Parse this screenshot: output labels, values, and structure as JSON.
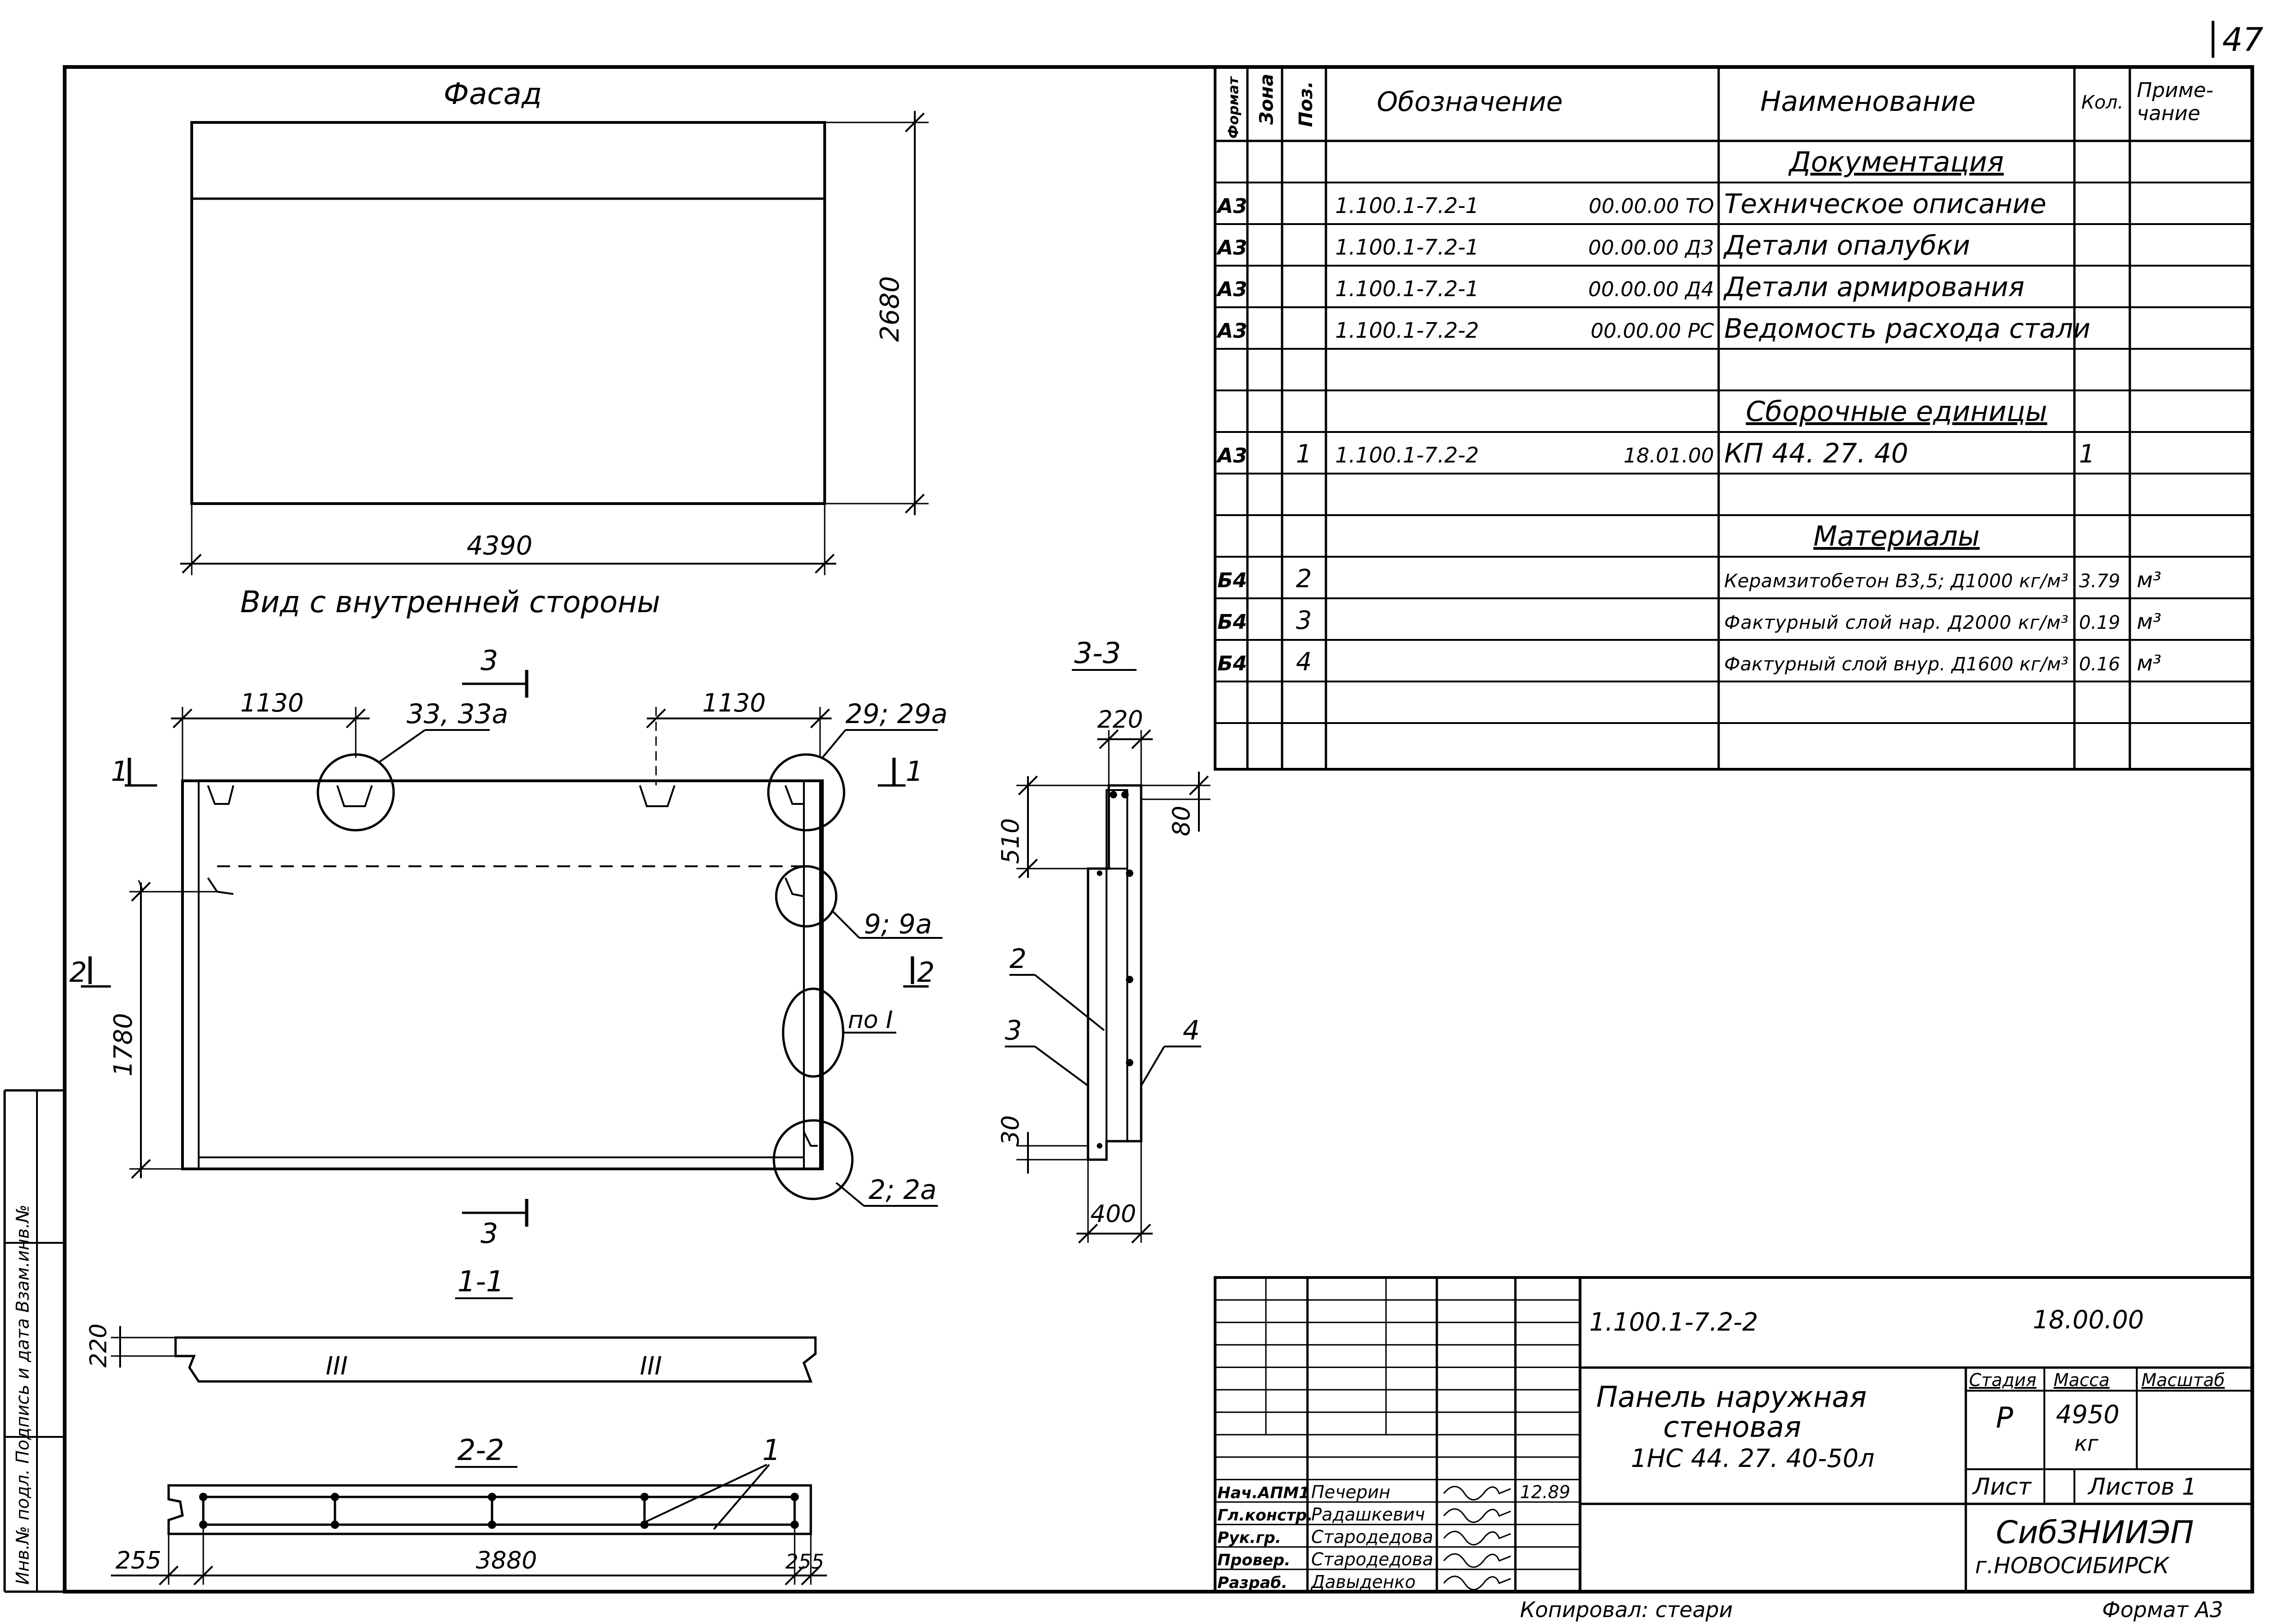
{
  "page_number": "47",
  "facade": {
    "title": "Фасад",
    "height_dim": "2680",
    "width_dim": "4390"
  },
  "inner_view": {
    "title": "Вид с внутренней стороны",
    "dim_left_1130": "1130",
    "dim_right_1130": "1130",
    "dim_1780": "1780",
    "section_3_top": "3",
    "section_3_bottom": "3",
    "section_1_left": "1",
    "section_1_right": "1",
    "section_2_left": "2",
    "section_2_right": "2",
    "callout_33": "33, 33а",
    "callout_29": "29; 29а",
    "callout_9": "9; 9а",
    "callout_po": "по I",
    "callout_2": "2; 2а"
  },
  "section_1_1": {
    "title": "1-1",
    "dim_220": "220",
    "mark": "III"
  },
  "section_2_2": {
    "title": "2-2",
    "pos_1": "1",
    "dim_255_left": "255",
    "dim_3880": "3880",
    "dim_255_right": "255"
  },
  "section_3_3": {
    "title": "3-3",
    "dim_220": "220",
    "dim_510": "510",
    "dim_80": "80",
    "dim_30": "30",
    "dim_400": "400",
    "pos_2": "2",
    "pos_3": "3",
    "pos_4": "4"
  },
  "spec": {
    "headers": {
      "format": "Формат",
      "zone": "Зона",
      "pos": "Поз.",
      "designation": "Обозначение",
      "name": "Наименование",
      "qty": "Кол.",
      "note_1": "Приме-",
      "note_2": "чание"
    },
    "rows": [
      {
        "name": "Документация",
        "heading": true
      },
      {
        "format": "А3",
        "desig": "1.100.1-7.2-1",
        "code": "00.00.00 ТО",
        "name": "Техническое описание"
      },
      {
        "format": "А3",
        "desig": "1.100.1-7.2-1",
        "code": "00.00.00 Д3",
        "name": "Детали опалубки"
      },
      {
        "format": "А3",
        "desig": "1.100.1-7.2-1",
        "code": "00.00.00 Д4",
        "name": "Детали армирования"
      },
      {
        "format": "А3",
        "desig": "1.100.1-7.2-2",
        "code": "00.00.00 РС",
        "name": "Ведомость расхода стали"
      },
      {},
      {
        "name": "Сборочные единицы",
        "heading": true
      },
      {
        "format": "А3",
        "pos": "1",
        "desig": "1.100.1-7.2-2",
        "code": "18.01.00",
        "name": "КП 44. 27. 40",
        "qty": "1"
      },
      {},
      {
        "name": "Материалы",
        "heading": true
      },
      {
        "format": "Б4",
        "pos": "2",
        "name": "Керамзитобетон В3,5; Д1000 кг/м³",
        "qty": "3.79",
        "note": "м³"
      },
      {
        "format": "Б4",
        "pos": "3",
        "name": "Фактурный слой нар. Д2000 кг/м³",
        "qty": "0.19",
        "note": "м³"
      },
      {
        "format": "Б4",
        "pos": "4",
        "name": "Фактурный слой внур. Д1600 кг/м³",
        "qty": "0.16",
        "note": "м³"
      },
      {}
    ]
  },
  "title_block": {
    "code": "1.100.1-7.2-2",
    "code_suffix": "18.00.00",
    "title_line1": "Панель наружная",
    "title_line2": "стеновая",
    "title_line3": "1НС 44. 27. 40-50л",
    "stage_label": "Стадия",
    "mass_label": "Масса",
    "scale_label": "Масштаб",
    "stage": "Р",
    "mass": "4950",
    "mass_unit": "кг",
    "sheet_label": "Лист",
    "sheets_label": "Листов 1",
    "org_line1": "СибЗНИИЭП",
    "org_line2": "г.НОВОСИБИРСК",
    "signatures": [
      {
        "role": "Нач.АПМ1",
        "name": "Печерин",
        "date": "12.89"
      },
      {
        "role": "Гл.констр.",
        "name": "Радашкевич",
        "date": ""
      },
      {
        "role": "Рук.гр.",
        "name": "Стародедова",
        "date": ""
      },
      {
        "role": "Провер.",
        "name": "Стародедова",
        "date": ""
      },
      {
        "role": "Разраб.",
        "name": "Давыденко",
        "date": ""
      }
    ]
  },
  "copied": "Копировал: стеари",
  "format": "Формат А3",
  "side_stamp": "Инв.№ подл.   Подпись и дата   Взам.инв.№"
}
